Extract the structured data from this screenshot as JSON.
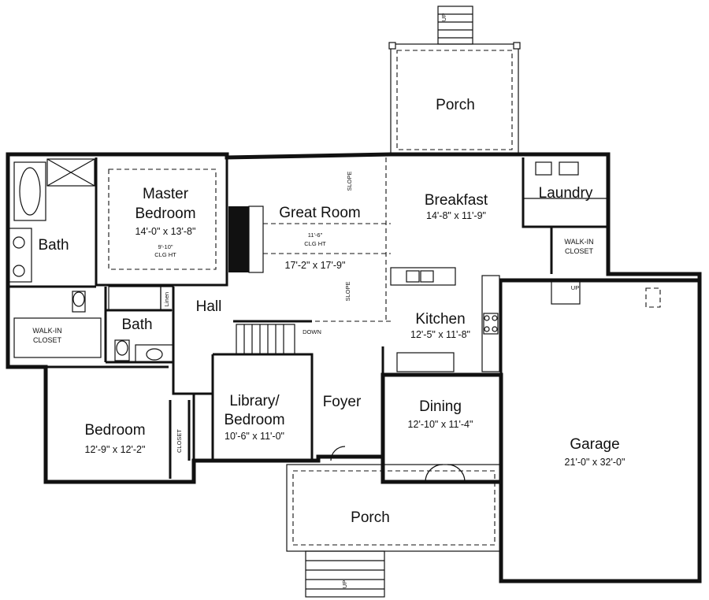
{
  "rooms": {
    "porch_rear": {
      "name": "Porch"
    },
    "master_bedroom": {
      "line1": "Master",
      "line2": "Bedroom",
      "dims": "14'-0\" x 13'-8\"",
      "clg1": "9'-10\"",
      "clg2": "CLG HT"
    },
    "great_room": {
      "name": "Great Room",
      "dims": "17'-2\" x 17'-9\"",
      "clg1": "11'-6\"",
      "clg2": "CLG HT",
      "slope_top": "SLOPE",
      "slope_bottom": "SLOPE"
    },
    "breakfast": {
      "name": "Breakfast",
      "dims": "14'-8\" x 11'-9\""
    },
    "laundry": {
      "name": "Laundry"
    },
    "walkin_laundry": {
      "line1": "WALK-IN",
      "line2": "CLOSET"
    },
    "bath_master": {
      "name": "Bath"
    },
    "walkin_master": {
      "line1": "WALK-IN",
      "line2": "CLOSET"
    },
    "bath2": {
      "name": "Bath"
    },
    "linen": {
      "name": "Linen"
    },
    "hall": {
      "name": "Hall"
    },
    "kitchen": {
      "name": "Kitchen",
      "dims": "12'-5\" x 11'-8\""
    },
    "library": {
      "line1": "Library/",
      "line2": "Bedroom",
      "dims": "10'-6\" x 11'-0\""
    },
    "foyer": {
      "name": "Foyer"
    },
    "dining": {
      "name": "Dining",
      "dims": "12'-10\" x 11'-4\""
    },
    "bedroom": {
      "name": "Bedroom",
      "dims": "12'-9\" x 12'-2\""
    },
    "closet": {
      "name": "CLOSET"
    },
    "garage": {
      "name": "Garage",
      "dims": "21'-0\" x 32'-0\""
    },
    "porch_front": {
      "name": "Porch"
    }
  },
  "stairs": {
    "rear_up": "UP",
    "garage_up": "UP",
    "front_up": "UP",
    "basement_down": "DOWN"
  }
}
